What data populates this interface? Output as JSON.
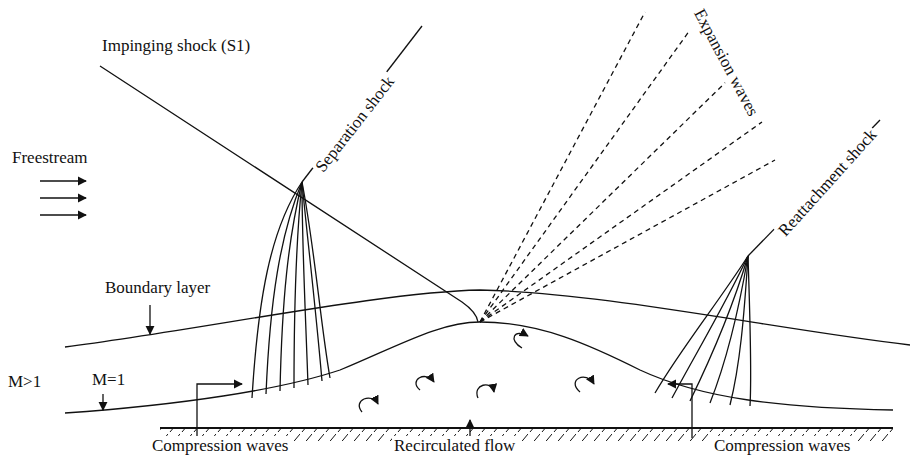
{
  "diagram": {
    "labels": [
      "Impinging shock (S1)",
      "Separation shock",
      "Expansion waves",
      "Reattachment shock",
      "Freestream",
      "Boundary layer",
      "M>1",
      "M=1",
      "Compression waves",
      "Recirculated flow",
      "Compression waves"
    ]
  }
}
